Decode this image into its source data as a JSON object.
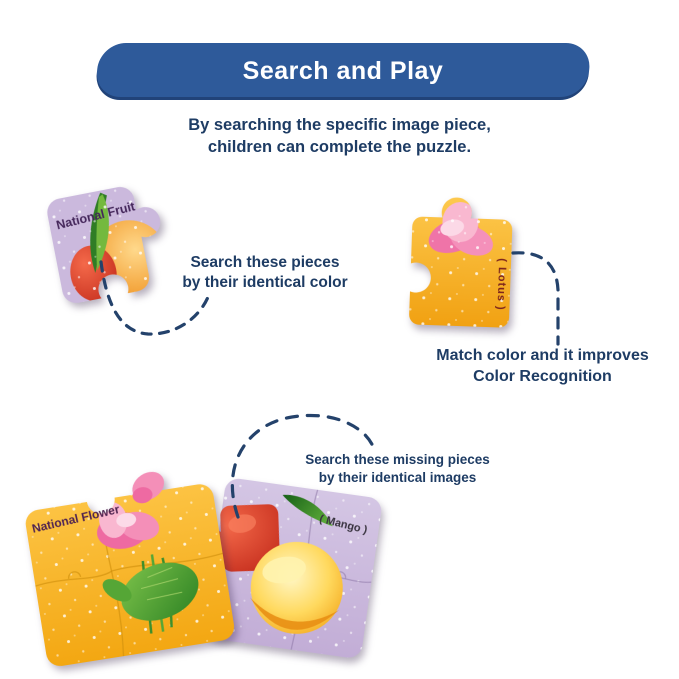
{
  "header": {
    "title": "Search and Play"
  },
  "subtitle": {
    "line1": "By searching the specific image piece,",
    "line2": "children can complete the puzzle."
  },
  "annotations": {
    "color_search": {
      "line1": "Search these pieces",
      "line2": "by their identical color"
    },
    "color_match": {
      "line1": "Match color and it improves",
      "line2": "Color Recognition"
    },
    "image_search": {
      "line1": "Search these missing pieces",
      "line2": "by their identical images"
    }
  },
  "pieces": {
    "national_fruit": {
      "label": "National Fruit"
    },
    "lotus": {
      "label": "( Lotus )"
    },
    "national_flower": {
      "label": "National Flower"
    },
    "mango": {
      "label": "( Mango )"
    }
  },
  "colors": {
    "header_bg": "#2e5a9a",
    "header_text": "#ffffff",
    "body_text": "#1e3c64",
    "dash_line": "#24426b",
    "lavender_piece": "#cbb9dd",
    "yellow_piece": "#f5ab1a",
    "label_purple": "#44265a",
    "label_maroon": "#7c241c"
  }
}
